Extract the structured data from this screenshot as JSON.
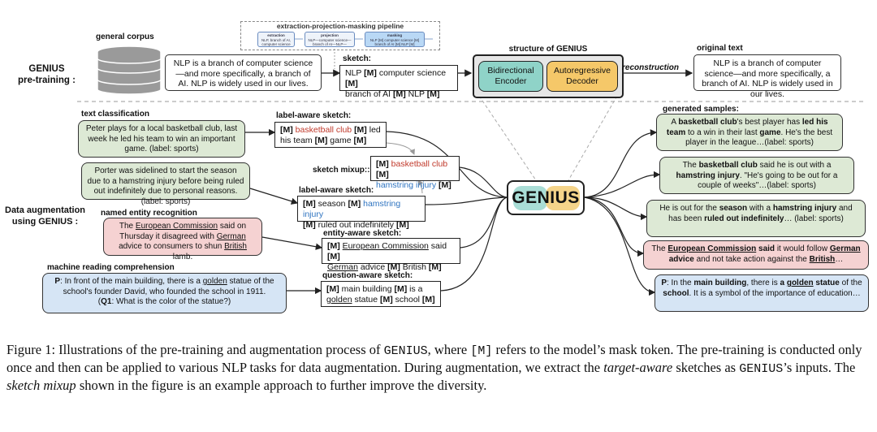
{
  "pretraining": {
    "section_label_1": "GENIUS",
    "section_label_2": "pre-training :",
    "corpus_label": "general corpus",
    "corpus_text": "NLP is a branch of computer science—and more specifically, a branch of AI. NLP is widely used in our lives.",
    "sketch_label": "sketch:",
    "sketch_text": "NLP [M] computer science [M] branch of AI [M] NLP [M]",
    "pipeline_title": "extraction-projection-masking pipeline",
    "pipeline_steps": [
      {
        "title": "extraction",
        "text": "NLP, branch of AI, computer science"
      },
      {
        "title": "projection",
        "text": "NLP—computer science—branch of AI—NLP—"
      },
      {
        "title": "masking",
        "text": "NLP [M] computer science [M] branch of AI [M] NLP [M]"
      }
    ],
    "structure_label": "structure of GENIUS",
    "encoder_label": "Bidirectional Encoder",
    "decoder_label": "Autoregressive Decoder",
    "reconstruction_label": "reconstruction",
    "original_label": "original text",
    "original_text": "NLP is a branch of computer science—and more specifically, a branch of AI. NLP is widely used in our lives."
  },
  "augmentation": {
    "section_label_1": "Data augmentation",
    "section_label_2": "using GENIUS :",
    "center_label": "GENIUS",
    "generated_label": "generated samples:",
    "sketch_mixup_label": "sketch mixup::",
    "tasks": {
      "tc_label": "text classification",
      "tc_text1": "Peter plays for a local basketball club, last week he led his team to win an important game. (label: sports)",
      "tc_text2": "Porter was sidelined to start the season due to a hamstring injury before being ruled out indefinitely due to personal reasons. (label: sports)",
      "ner_label": "named entity recognition",
      "mrc_label": "machine reading comprehension"
    },
    "sketch_labels": {
      "label_aware_1": "label-aware sketch:",
      "label_aware_2": "label-aware sketch:",
      "entity_aware": "entity-aware sketch:",
      "question_aware": "question-aware sketch:"
    }
  },
  "caption": {
    "fig": "Figure 1:",
    "text_a": " Illustrations of the pre-training and augmentation process of ",
    "genius_1": "GENIUS",
    "text_b": ", where ",
    "mask": "[M]",
    "text_c": " refers to the model’s mask token. The pre-training is conducted only once and then can be applied to various NLP tasks for data augmentation. During augmentation, we extract the ",
    "target_aware": "target-aware",
    "text_d": " sketches as ",
    "genius_2": "GENIUS",
    "text_e": "’s inputs. The ",
    "sketch_mixup": "sketch mixup",
    "text_f": " shown in the figure is an example approach to further improve the diversity."
  },
  "colors": {
    "green": "#dde9d5",
    "red": "#f5d2d2",
    "blue": "#d6e5f5",
    "encoder": "#8fd3c8",
    "decoder": "#f5c869",
    "highlight_red": "#c0392b",
    "highlight_blue": "#2f74c0"
  },
  "icons": [
    "database-icon",
    "genius-logo"
  ]
}
